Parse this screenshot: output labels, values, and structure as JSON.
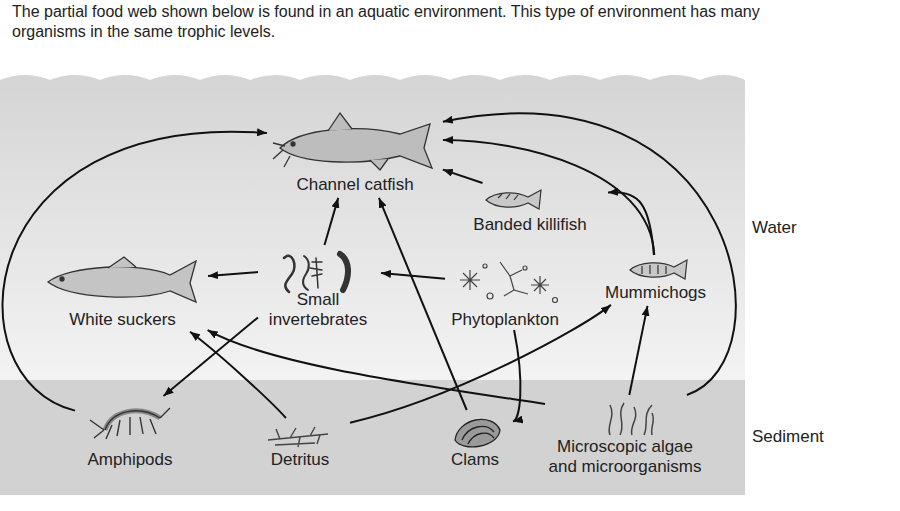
{
  "diagram": {
    "title": "The partial food web shown below is found in an aquatic environment. This type of environment has many organisms in the same trophic levels.",
    "nodes": [
      {
        "text": [
          "Channel catfish"
        ]
      },
      {
        "text": [
          "Banded killifish"
        ]
      },
      {
        "text": [
          "White suckers"
        ]
      },
      {
        "text": [
          "Small invertebrates"
        ]
      },
      {
        "text": [
          "Phytoplankton"
        ]
      },
      {
        "text": [
          "Mummichogs"
        ]
      },
      {
        "text": [
          "Amphipods"
        ]
      },
      {
        "text": [
          "Detritus"
        ]
      },
      {
        "text": [
          "Clams"
        ]
      },
      {
        "text": [
          "Microscopic algae and microorganisms"
        ]
      }
    ],
    "edges": [
      {
        "from": 6,
        "to": 0,
        "arrow": "to"
      },
      {
        "from": 3,
        "to": 0,
        "arrow": "to"
      },
      {
        "from": 8,
        "to": 0,
        "arrow": "to"
      },
      {
        "from": 1,
        "to": 0,
        "arrow": "to"
      },
      {
        "from": 5,
        "to": 0,
        "arrow": "to"
      },
      {
        "from": 9,
        "to": 0,
        "arrow": "to"
      },
      {
        "from": 5,
        "to": 1,
        "arrow": "to"
      },
      {
        "from": 4,
        "to": 3,
        "arrow": "to"
      },
      {
        "from": 4,
        "to": 8,
        "arrow": "to"
      },
      {
        "from": 3,
        "to": 2,
        "arrow": "to"
      },
      {
        "from": 3,
        "to": 6,
        "arrow": "to"
      },
      {
        "from": 7,
        "to": 2,
        "arrow": "to"
      },
      {
        "from": 7,
        "to": 5,
        "arrow": "to"
      },
      {
        "from": 9,
        "to": 2,
        "arrow": "to"
      },
      {
        "from": 9,
        "to": 5,
        "arrow": "to"
      }
    ],
    "labels": [
      "Water",
      "Sediment"
    ]
  }
}
